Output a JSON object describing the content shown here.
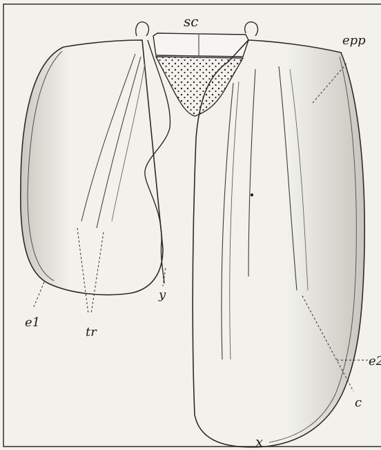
{
  "figure": {
    "labels": {
      "sc": "sc",
      "epp": "epp",
      "y": "y",
      "e1": "e1",
      "tr": "tr",
      "e2": "e2",
      "c": "c",
      "x": "x"
    },
    "colors": {
      "paper": "#f2f1ec",
      "ink": "#2a2a2a",
      "shade": "#bdbbb2"
    }
  }
}
